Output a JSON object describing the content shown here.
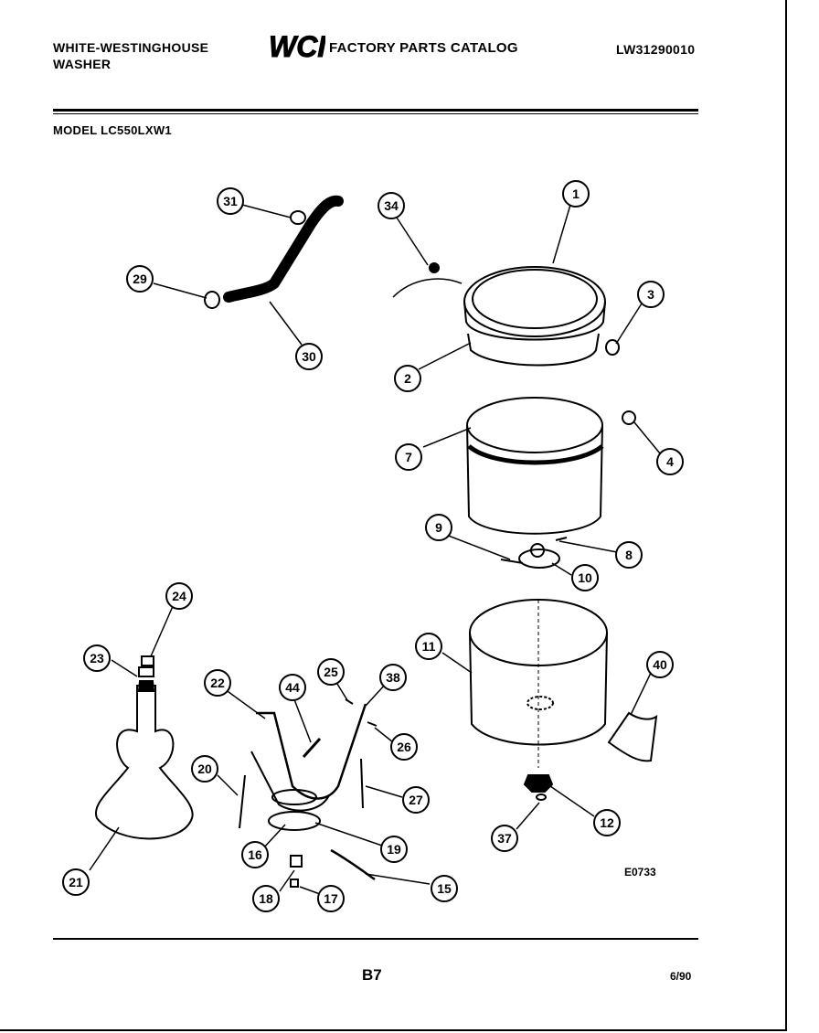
{
  "header": {
    "brand_line1": "WHITE-WESTINGHOUSE",
    "brand_line2": "WASHER",
    "logo_text": "WCI",
    "catalog_title": "FACTORY PARTS CATALOG",
    "catalog_number": "LW31290010",
    "model": "MODEL LC550LXW1"
  },
  "callouts": [
    "1",
    "2",
    "3",
    "4",
    "7",
    "8",
    "9",
    "10",
    "11",
    "12",
    "15",
    "16",
    "17",
    "18",
    "19",
    "20",
    "21",
    "22",
    "23",
    "24",
    "25",
    "26",
    "27",
    "29",
    "30",
    "31",
    "34",
    "37",
    "38",
    "40",
    "44"
  ],
  "diagram_code": "E0733",
  "footer": {
    "page": "B7",
    "date": "6/90"
  },
  "colors": {
    "ink": "#000000",
    "paper": "#ffffff"
  }
}
